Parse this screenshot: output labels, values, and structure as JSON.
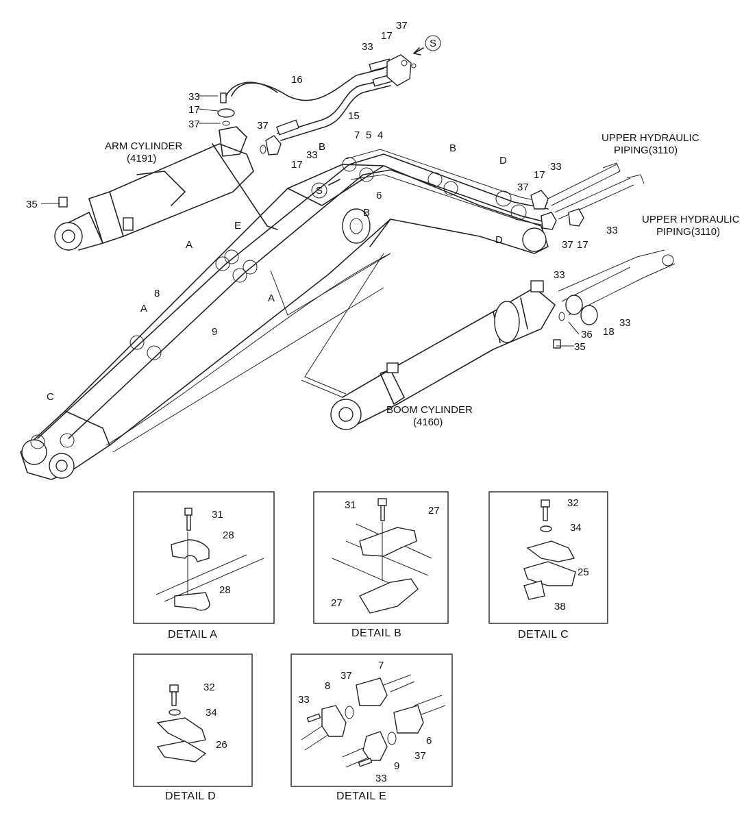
{
  "labels": {
    "arm_cylinder": "ARM CYLINDER",
    "arm_cylinder_no": "(4191)",
    "boom_cylinder": "BOOM CYLINDER",
    "boom_cylinder_no": "(4160)",
    "upper_piping_1a": "UPPER HYDRAULIC",
    "upper_piping_1b": "PIPING(3110)",
    "upper_piping_2a": "UPPER HYDRAULIC",
    "upper_piping_2b": "PIPING(3110)",
    "s": "S"
  },
  "parts": {
    "p4": "4",
    "p5": "5",
    "p6": "6",
    "p7": "7",
    "p8": "8",
    "p9": "9",
    "p15": "15",
    "p16": "16",
    "p17": "17",
    "p18": "18",
    "p25": "25",
    "p26": "26",
    "p27": "27",
    "p28": "28",
    "p31": "31",
    "p32": "32",
    "p33": "33",
    "p34": "34",
    "p35": "35",
    "p36": "36",
    "p37": "37",
    "p38": "38"
  },
  "detail_markers": {
    "a": "A",
    "b": "B",
    "c": "C",
    "d": "D",
    "e": "E"
  },
  "details": {
    "a": "DETAIL  A",
    "b": "DETAIL  B",
    "c": "DETAIL  C",
    "d": "DETAIL  D",
    "e": "DETAIL  E"
  }
}
